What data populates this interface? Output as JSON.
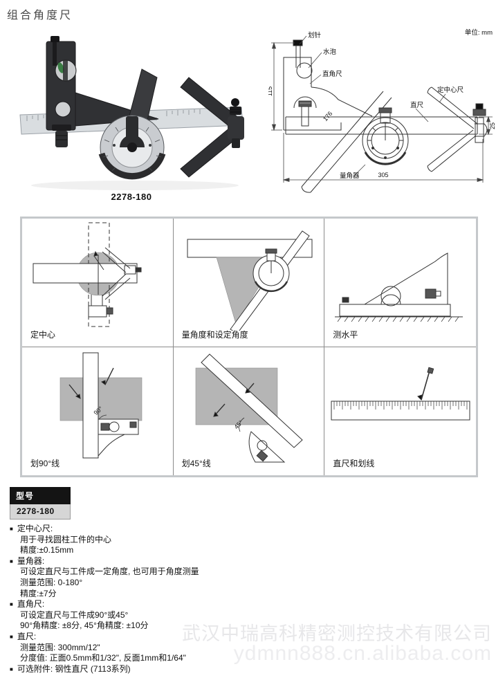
{
  "page": {
    "title": "组合角度尺",
    "unit_label": "单位: mm",
    "model_code": "2278-180"
  },
  "diagram": {
    "labels": {
      "scriber": "划针",
      "vial": "水泡",
      "square_head": "直角尺",
      "center_head": "定中心尺",
      "rule": "直尺",
      "protractor": "量角器"
    },
    "dimensions": {
      "height": "115",
      "diagonal": "176",
      "length": "305",
      "width": "25"
    }
  },
  "usage_panels": [
    {
      "caption": "定中心"
    },
    {
      "caption": "量角度和设定角度"
    },
    {
      "caption": "测水平"
    },
    {
      "caption": "划90°线",
      "angle_label": "90°"
    },
    {
      "caption": "划45°线",
      "angle_label": "45°"
    },
    {
      "caption": "直尺和划线"
    }
  ],
  "model_table": {
    "header": "型号",
    "value": "2278-180"
  },
  "specs": [
    {
      "text": "定中心尺:"
    },
    {
      "text": "用于寻找圆柱工件的中心"
    },
    {
      "text": "精度:±0.15mm"
    },
    {
      "text": "量角器:"
    },
    {
      "text": "可设定直尺与工件成一定角度, 也可用于角度测量"
    },
    {
      "text": "测量范围: 0-180°"
    },
    {
      "text": "精度:±7分"
    },
    {
      "text": "直角尺:"
    },
    {
      "text": "可设定直尺与工件成90°或45°"
    },
    {
      "text": "90°角精度: ±8分, 45°角精度: ±10分"
    },
    {
      "text": "直尺:"
    },
    {
      "text": "测量范围: 300mm/12\""
    },
    {
      "text": "分度值: 正面0.5mm和1/32\", 反面1mm和1/64\""
    },
    {
      "text": "可选附件: 钢性直尺 (7113系列)"
    }
  ],
  "watermark": {
    "line1": "武汉中瑞高科精密测控技术有限公司",
    "line2": "ydmnn888.cn.alibaba.com"
  },
  "colors": {
    "head_dark": "#303134",
    "ruler_silver": "#d9dde0",
    "shade_gray": "#b5b5b5",
    "vial_green": "#3a7d44",
    "model_header_bg": "#141414",
    "model_value_bg": "#d6d6d6"
  }
}
